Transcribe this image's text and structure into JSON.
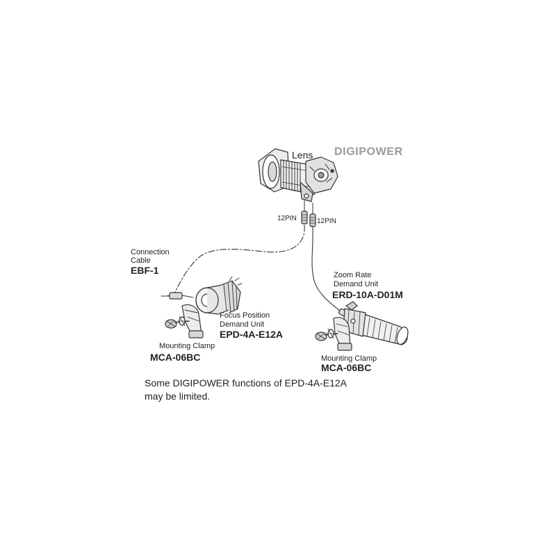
{
  "brand": "DIGIPOWER",
  "lens": {
    "label": "Lens"
  },
  "pins": {
    "left": "12PIN",
    "right": "12PIN"
  },
  "cable": {
    "label_line1": "Connection",
    "label_line2": "Cable",
    "model": "EBF-1"
  },
  "focus_unit": {
    "label_line1": "Focus Position",
    "label_line2": "Demand Unit",
    "model": "EPD-4A-E12A"
  },
  "zoom_unit": {
    "label_line1": "Zoom Rate",
    "label_line2": "Demand Unit",
    "model": "ERD-10A-D01M"
  },
  "clamp_left": {
    "label": "Mounting Clamp",
    "model": "MCA-06BC"
  },
  "clamp_right": {
    "label": "Mounting Clamp",
    "model": "MCA-06BC"
  },
  "note": {
    "line1": "Some DIGIPOWER functions of EPD-4A-E12A",
    "line2": "may be limited."
  },
  "colors": {
    "line": "#333333",
    "brand": "#9a9a9a",
    "fill": "#e9e9e9"
  }
}
